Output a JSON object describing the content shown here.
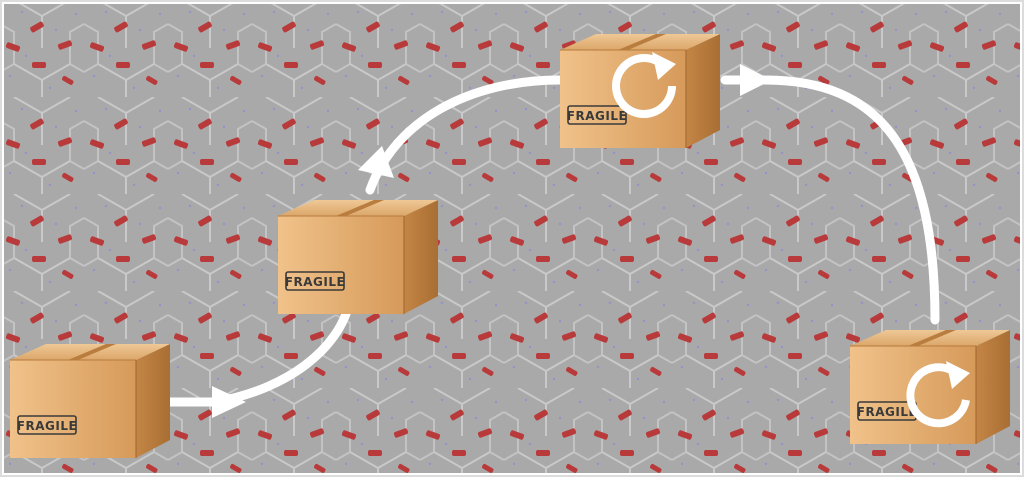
{
  "colors": {
    "background_gray": "#a9a9a9",
    "hex_line": "#c7c7c7",
    "arrow_white": "#ffffff",
    "box_side": "#c98d4b",
    "box_front": "#dca466",
    "box_top": "#e8bc84",
    "tape": "#b87a3c",
    "label_ink": "#3a3a3a",
    "pattern_red": "#b83a3a"
  },
  "boxes": [
    {
      "id": "box-1",
      "label": "FRAGILE",
      "has_rotate_icon": false
    },
    {
      "id": "box-2",
      "label": "FRAGILE",
      "has_rotate_icon": false
    },
    {
      "id": "box-3",
      "label": "FRAGILE",
      "has_rotate_icon": true
    },
    {
      "id": "box-4",
      "label": "FRAGILE",
      "has_rotate_icon": true
    }
  ],
  "icons": {
    "rotate": "rotate-clockwise-icon",
    "arrowhead": "arrowhead-icon"
  }
}
